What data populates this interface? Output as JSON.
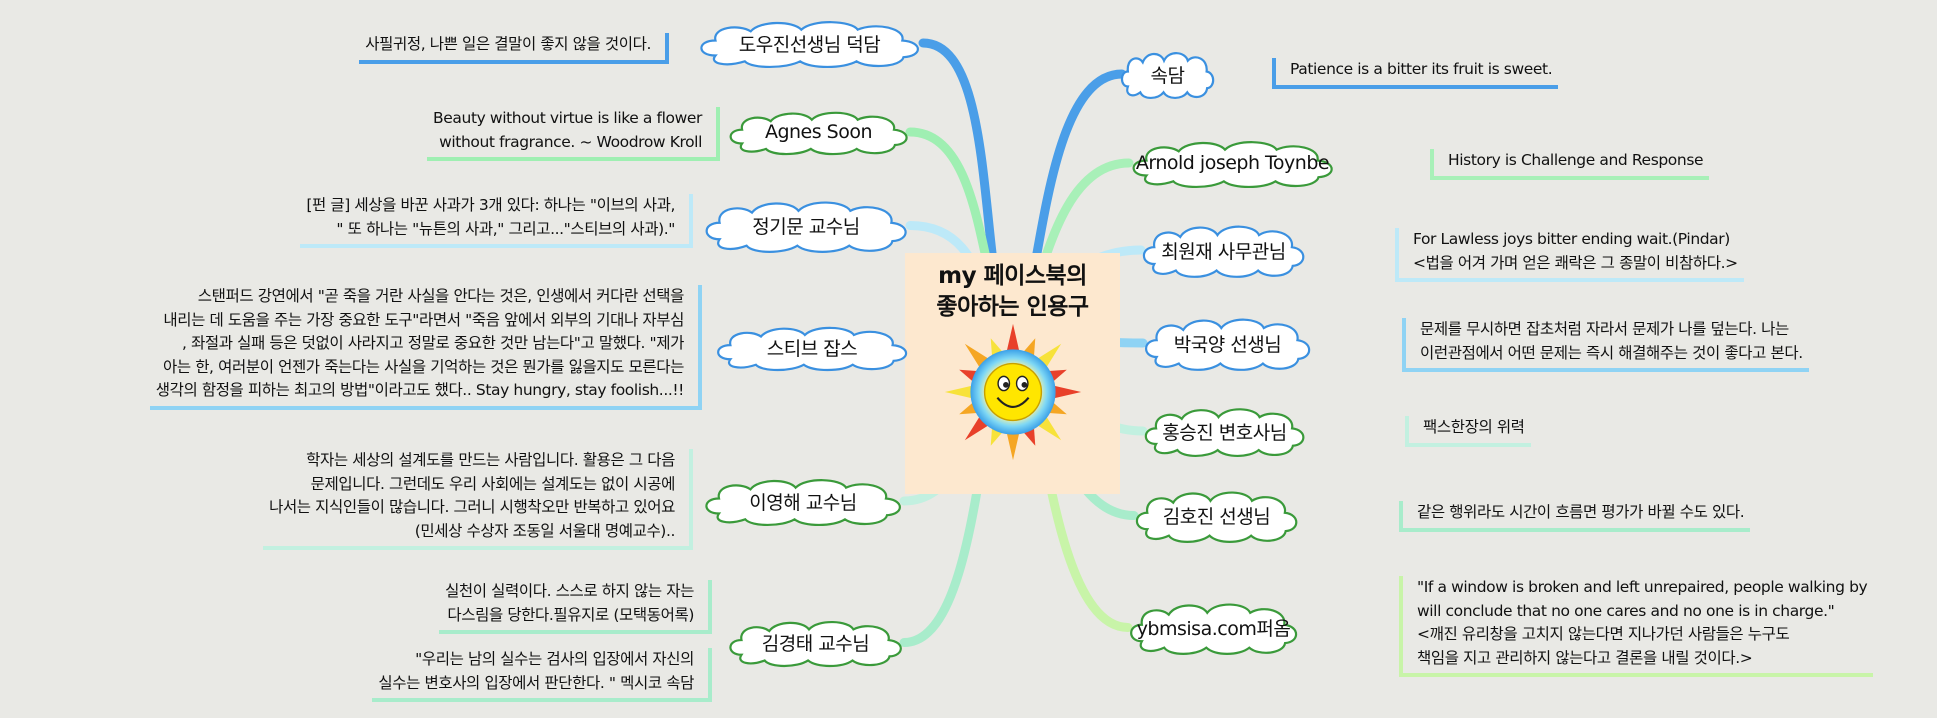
{
  "center": {
    "title_lines": [
      "my 페이스북의",
      "좋아하는 인용구"
    ]
  },
  "left": [
    {
      "label": "도우진선생님 덕담",
      "leaves": [
        [
          "사필귀정, 나쁜 일은 결말이 좋지 않을 것이다."
        ]
      ]
    },
    {
      "label": "Agnes Soon",
      "leaves": [
        [
          "Beauty without virtue is like a flower",
          "without fragrance. ~ Woodrow Kroll"
        ]
      ]
    },
    {
      "label": "정기문 교수님",
      "leaves": [
        [
          "[펀 글] 세상을 바꾼 사과가 3개 있다: 하나는 \"이브의 사과,",
          "\" 또 하나는 \"뉴튼의 사과,\" 그리고...\"스티브의 사과).\""
        ]
      ]
    },
    {
      "label": "스티브 잡스",
      "leaves": [
        [
          "스탠퍼드 강연에서 \"곧 죽을 거란 사실을 안다는 것은, 인생에서 커다란 선택을",
          "내리는 데 도움을 주는 가장 중요한 도구\"라면서 \"죽음 앞에서 외부의 기대나 자부심",
          ", 좌절과 실패 등은 덧없이 사라지고 정말로 중요한 것만 남는다\"고 말했다. \"제가",
          "아는 한, 여러분이 언젠가 죽는다는 사실을 기억하는 것은 뭔가를 잃을지도 모른다는",
          "생각의 함정을 피하는 최고의 방법\"이라고도 했다.. Stay hungry, stay foolish...!!"
        ]
      ]
    },
    {
      "label": "이영해 교수님",
      "leaves": [
        [
          "학자는 세상의 설계도를 만드는 사람입니다. 활용은 그 다음",
          "문제입니다. 그런데도 우리 사회에는 설계도는 없이 시공에",
          "나서는 지식인들이 많습니다. 그러니 시행착오만 반복하고 있어요",
          "(민세상 수상자 조동일 서울대 명예교수).."
        ]
      ]
    },
    {
      "label": "김경태 교수님",
      "leaves": [
        [
          "실천이 실력이다. 스스로 하지 않는 자는",
          "다스림을 당한다.필유지로 (모택동어록)"
        ],
        [
          "\"우리는 남의 실수는 검사의 입장에서 자신의",
          "실수는 변호사의 입장에서 판단한다. \" 멕시코 속담"
        ]
      ]
    }
  ],
  "right": [
    {
      "label": "속담",
      "leaves": [
        [
          "Patience is a bitter its fruit is sweet."
        ]
      ]
    },
    {
      "label": "Arnold joseph Toynbe",
      "leaves": [
        [
          "History is Challenge and Response"
        ]
      ]
    },
    {
      "label": "최원재 사무관님",
      "leaves": [
        [
          "For Lawless joys bitter ending wait.(Pindar)",
          "<법을 어겨 가며 얻은 쾌락은 그 종말이 비참하다.>"
        ]
      ]
    },
    {
      "label": "박국양 선생님",
      "leaves": [
        [
          "문제를 무시하면 잡초처럼 자라서 문제가 나를 덮는다. 나는",
          "이런관점에서 어떤 문제는 즉시 해결해주는 것이 좋다고 본다."
        ]
      ]
    },
    {
      "label": "홍승진 변호사님",
      "leaves": [
        [
          "팩스한장의 위력"
        ]
      ]
    },
    {
      "label": "김호진 선생님",
      "leaves": [
        [
          "같은 행위라도 시간이 흐름면 평가가 바뀔 수도 있다."
        ]
      ]
    },
    {
      "label": "ybmsisa.com퍼옴",
      "leaves": [
        [
          "\"If a window is broken and left unrepaired, people walking by",
          "will conclude that no one cares and no one is in charge.\"",
          "<깨진 유리창을 고치지 않는다면 지나가던 사람들은 누구도",
          "책임을 지고 관리하지 않는다고 결론을 내릴 것이다.>"
        ]
      ]
    }
  ],
  "colors": {
    "blue_border": "#3a90e0",
    "green_border": "#3a9a3a",
    "background": "#e9e9e5",
    "center_fill": "#fde8cf"
  }
}
